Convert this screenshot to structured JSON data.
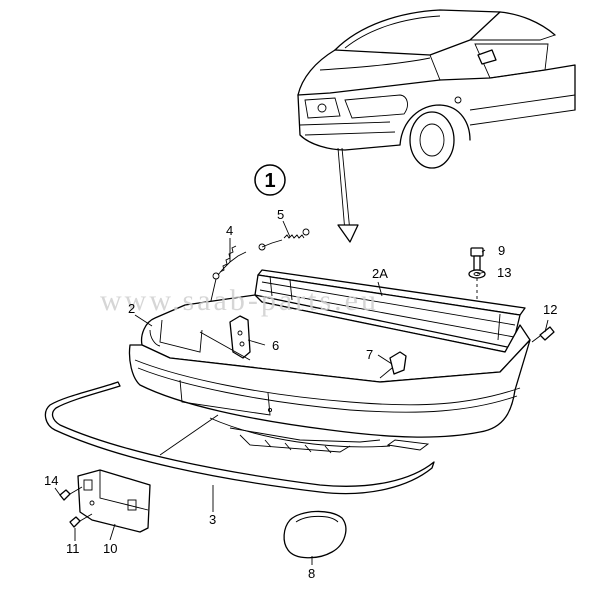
{
  "diagram": {
    "group_label": "1",
    "watermark": "www.saab-parts.eu",
    "callouts": {
      "c2": "2",
      "c2A": "2A",
      "c3": "3",
      "c4": "4",
      "c5": "5",
      "c6": "6",
      "c7": "7",
      "c8": "8",
      "c9": "9",
      "c10": "10",
      "c11": "11",
      "c12": "12",
      "c13": "13",
      "c14": "14"
    }
  }
}
